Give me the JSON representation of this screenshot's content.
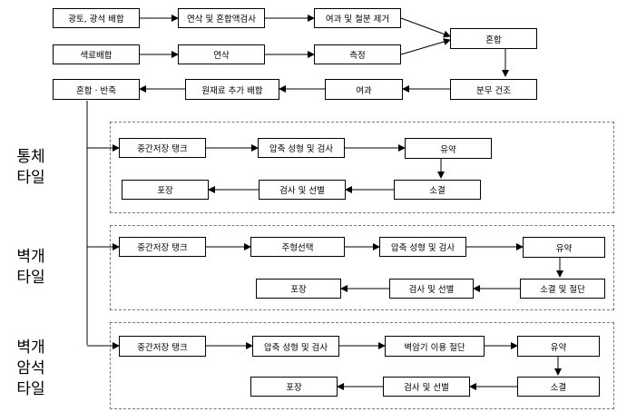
{
  "nodes": {
    "ore_mix": "광토, 광석 배합",
    "calc_mix_check": "연삭 및 혼합액검사",
    "filter_iron": "여과 및 철분 제거",
    "blend": "혼합",
    "color_mix": "색료배합",
    "calc2": "연삭",
    "measure": "측정",
    "mix_press": "혼합 · 반죽",
    "extra_mix": "원재료 추가 배합",
    "filter2": "여과",
    "spray_dry": "분무 건조"
  },
  "groups": [
    {
      "label_lines": [
        "통체",
        "타일"
      ],
      "nodes": {
        "tank": "중간저장 탱크",
        "press_check": "압축 성형 및 검사",
        "glaze": "유약",
        "pack": "포장",
        "inspect_sort": "검사 및 선별",
        "fire": "소결"
      }
    },
    {
      "label_lines": [
        "벽개",
        "타일"
      ],
      "nodes": {
        "tank": "중간저장 탱크",
        "form_select": "주형선택",
        "press_check": "압축 성형 및 검사",
        "glaze": "유약",
        "pack": "포장",
        "inspect_sort": "검사 및 선별",
        "fire_cut": "소결 및 절단"
      }
    },
    {
      "label_lines": [
        "벽개",
        "암석",
        "타일"
      ],
      "nodes": {
        "tank": "중간저장 탱크",
        "press_check": "압축 성형 및 검사",
        "cut": "벽암기 이용 절단",
        "glaze": "유약",
        "pack": "포장",
        "inspect_sort": "검사 및 선별",
        "fire": "소결"
      }
    }
  ]
}
